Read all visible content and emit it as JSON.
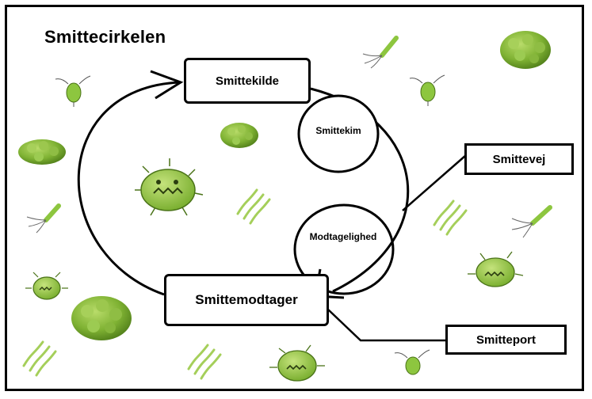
{
  "diagram": {
    "title": "Smittecirkelen",
    "nodes": {
      "smittekilde": "Smittekilde",
      "smittekim": "Smittekim",
      "smittevej": "Smittevej",
      "modtagelighed": "Modtagelighed",
      "smittemodtager": "Smittemodtager",
      "smitteport": "Smitteport"
    },
    "colors": {
      "microbe_green": "#8dc63f",
      "microbe_dark": "#5a8a1e",
      "line": "#000000"
    },
    "decorations": [
      "bacteria-cluster-icon",
      "virus-cell-icon",
      "flagellate-icon",
      "rod-bacteria-icon",
      "spiral-bacteria-icon"
    ]
  }
}
